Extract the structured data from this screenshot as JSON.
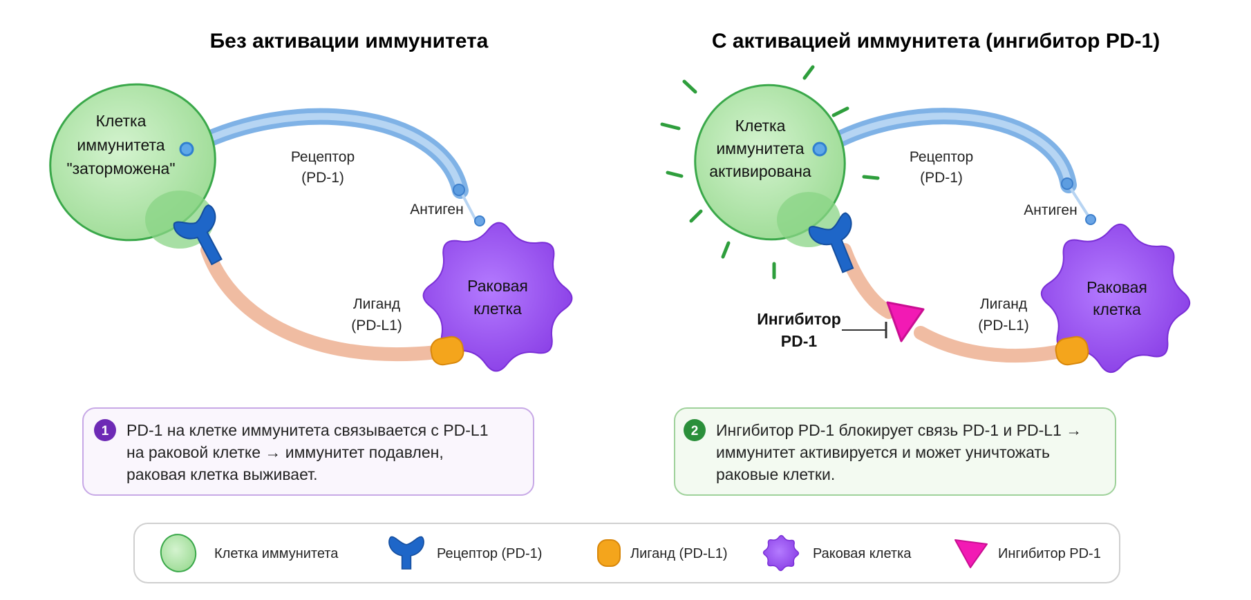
{
  "left": {
    "title": "Без активации иммунитета",
    "immune_cell": [
      "Клетка",
      "иммунитета",
      "\"заторможена\""
    ],
    "receptor": [
      "Рецептор",
      "(PD-1)"
    ],
    "antigen": "Антиген",
    "ligand": [
      "Лиганд",
      "(PD-L1)"
    ],
    "cancer_cell": [
      "Раковая",
      "клетка"
    ],
    "note_number": "1",
    "note": [
      "PD-1 на клетке иммунитета связывается с PD-L1",
      "на раковой клетке → иммунитет подавлен,",
      "раковая клетка выживает."
    ]
  },
  "right": {
    "title": "С активацией иммунитета (ингибитор PD-1)",
    "immune_cell": [
      "Клетка",
      "иммунитета",
      "активирована"
    ],
    "receptor": [
      "Рецептор",
      "(PD-1)"
    ],
    "antigen": "Антиген",
    "ligand": [
      "Лиганд",
      "(PD-L1)"
    ],
    "inhibitor": [
      "Ингибитор",
      "PD-1"
    ],
    "cancer_cell": [
      "Раковая",
      "клетка"
    ],
    "note_number": "2",
    "note": [
      "Ингибитор PD-1 блокирует связь PD-1 и PD-L1 →",
      "иммунитет активируется и может уничтожать",
      "раковые клетки."
    ]
  },
  "legend": {
    "immune_cell": "Клетка иммунитета",
    "receptor": "Рецептор (PD-1)",
    "ligand": "Лиганд (PD-L1)",
    "cancer_cell": "Раковая клетка",
    "inhibitor": "Ингибитор PD-1"
  },
  "colors": {
    "immune_cell": "#a8e0a0",
    "immune_border": "#3aa84a",
    "receptor": "#1e66c8",
    "ligand": "#f4a51c",
    "cancer_cell": "#9a4ff0",
    "inhibitor": "#f21ab4",
    "antigen_link": "#9fc6ec",
    "ligand_link": "#f1bfa6",
    "note_left_bg": "#faf6fd",
    "note_left_border": "#c7a8e6",
    "note_left_badge": "#6d2ab5",
    "note_right_bg": "#f3faf1",
    "note_right_border": "#9ed19a",
    "note_right_badge": "#2a8f3a"
  }
}
